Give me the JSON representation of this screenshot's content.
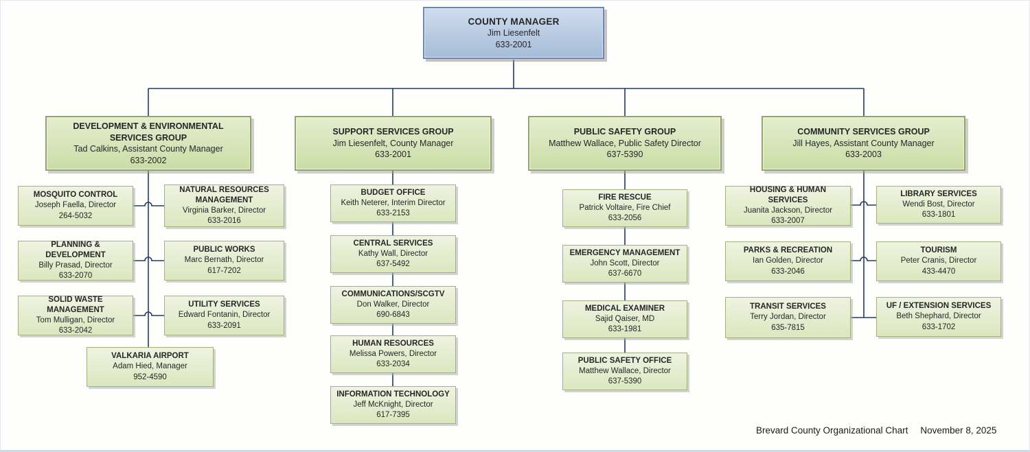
{
  "page": {
    "footer_title": "Brevard County Organizational Chart",
    "footer_date": "November 8, 2025"
  },
  "colors": {
    "connector": "#1f3864",
    "root_box_fill": "#b9cbe3",
    "root_box_border": "#6c8ab1",
    "group_box_fill": "#d7e3b9",
    "group_box_border": "#93a468",
    "dept_box_fill": "#e6edcf",
    "dept_box_border": "#a2b07e",
    "text": "#262626"
  },
  "nodes": {
    "county_manager": {
      "title": "COUNTY MANAGER",
      "person": "Jim Liesenfelt",
      "phone": "633-2001"
    },
    "groups": [
      {
        "title": "DEVELOPMENT & ENVIRONMENTAL SERVICES GROUP",
        "person": "Tad Calkins, Assistant County Manager",
        "phone": "633-2002"
      },
      {
        "title": "SUPPORT SERVICES GROUP",
        "person": "Jim Liesenfelt, County Manager",
        "phone": "633-2001"
      },
      {
        "title": "PUBLIC SAFETY GROUP",
        "person": "Matthew Wallace, Public Safety Director",
        "phone": "637-5390"
      },
      {
        "title": "COMMUNITY SERVICES GROUP",
        "person": "Jill Hayes, Assistant County Manager",
        "phone": "633-2003"
      }
    ],
    "dev_departments": [
      {
        "title": "MOSQUITO CONTROL",
        "person": "Joseph Faella, Director",
        "phone": "264-5032"
      },
      {
        "title": "NATURAL RESOURCES MANAGEMENT",
        "person": "Virginia Barker, Director",
        "phone": "633-2016"
      },
      {
        "title": "PLANNING & DEVELOPMENT",
        "person": "Billy Prasad, Director",
        "phone": "633-2070"
      },
      {
        "title": "PUBLIC WORKS",
        "person": "Marc Bernath, Director",
        "phone": "617-7202"
      },
      {
        "title": "SOLID WASTE MANAGEMENT",
        "person": "Tom Mulligan, Director",
        "phone": "633-2042"
      },
      {
        "title": "UTILITY SERVICES",
        "person": "Edward Fontanin, Director",
        "phone": "633-2091"
      },
      {
        "title": "VALKARIA AIRPORT",
        "person": "Adam Hied, Manager",
        "phone": "952-4590"
      }
    ],
    "support_departments": [
      {
        "title": "BUDGET OFFICE",
        "person": "Keith Neterer, Interim Director",
        "phone": "633-2153"
      },
      {
        "title": "CENTRAL SERVICES",
        "person": "Kathy Wall, Director",
        "phone": "637-5492"
      },
      {
        "title": "COMMUNICATIONS/SCGTV",
        "person": "Don Walker, Director",
        "phone": "690-6843"
      },
      {
        "title": "HUMAN RESOURCES",
        "person": "Melissa Powers, Director",
        "phone": "633-2034"
      },
      {
        "title": "INFORMATION TECHNOLOGY",
        "person": "Jeff McKnight, Director",
        "phone": "617-7395"
      }
    ],
    "safety_departments": [
      {
        "title": "FIRE RESCUE",
        "person": "Patrick Voltaire, Fire Chief",
        "phone": "633-2056"
      },
      {
        "title": "EMERGENCY MANAGEMENT",
        "person": "John Scott, Director",
        "phone": "637-6670"
      },
      {
        "title": "MEDICAL EXAMINER",
        "person": "Sajid Qaiser, MD",
        "phone": "633-1981"
      },
      {
        "title": "PUBLIC SAFETY OFFICE",
        "person": "Matthew Wallace, Director",
        "phone": "637-5390"
      }
    ],
    "community_departments": [
      {
        "title": "HOUSING & HUMAN SERVICES",
        "person": "Juanita Jackson, Director",
        "phone": "633-2007"
      },
      {
        "title": "LIBRARY SERVICES",
        "person": "Wendi Bost, Director",
        "phone": "633-1801"
      },
      {
        "title": "PARKS & RECREATION",
        "person": "Ian Golden, Director",
        "phone": "633-2046"
      },
      {
        "title": "TOURISM",
        "person": "Peter Cranis, Director",
        "phone": "433-4470"
      },
      {
        "title": "TRANSIT SERVICES",
        "person": "Terry Jordan, Director",
        "phone": "635-7815"
      },
      {
        "title": "UF / EXTENSION SERVICES",
        "person": "Beth Shephard, Director",
        "phone": "633-1702"
      }
    ]
  }
}
